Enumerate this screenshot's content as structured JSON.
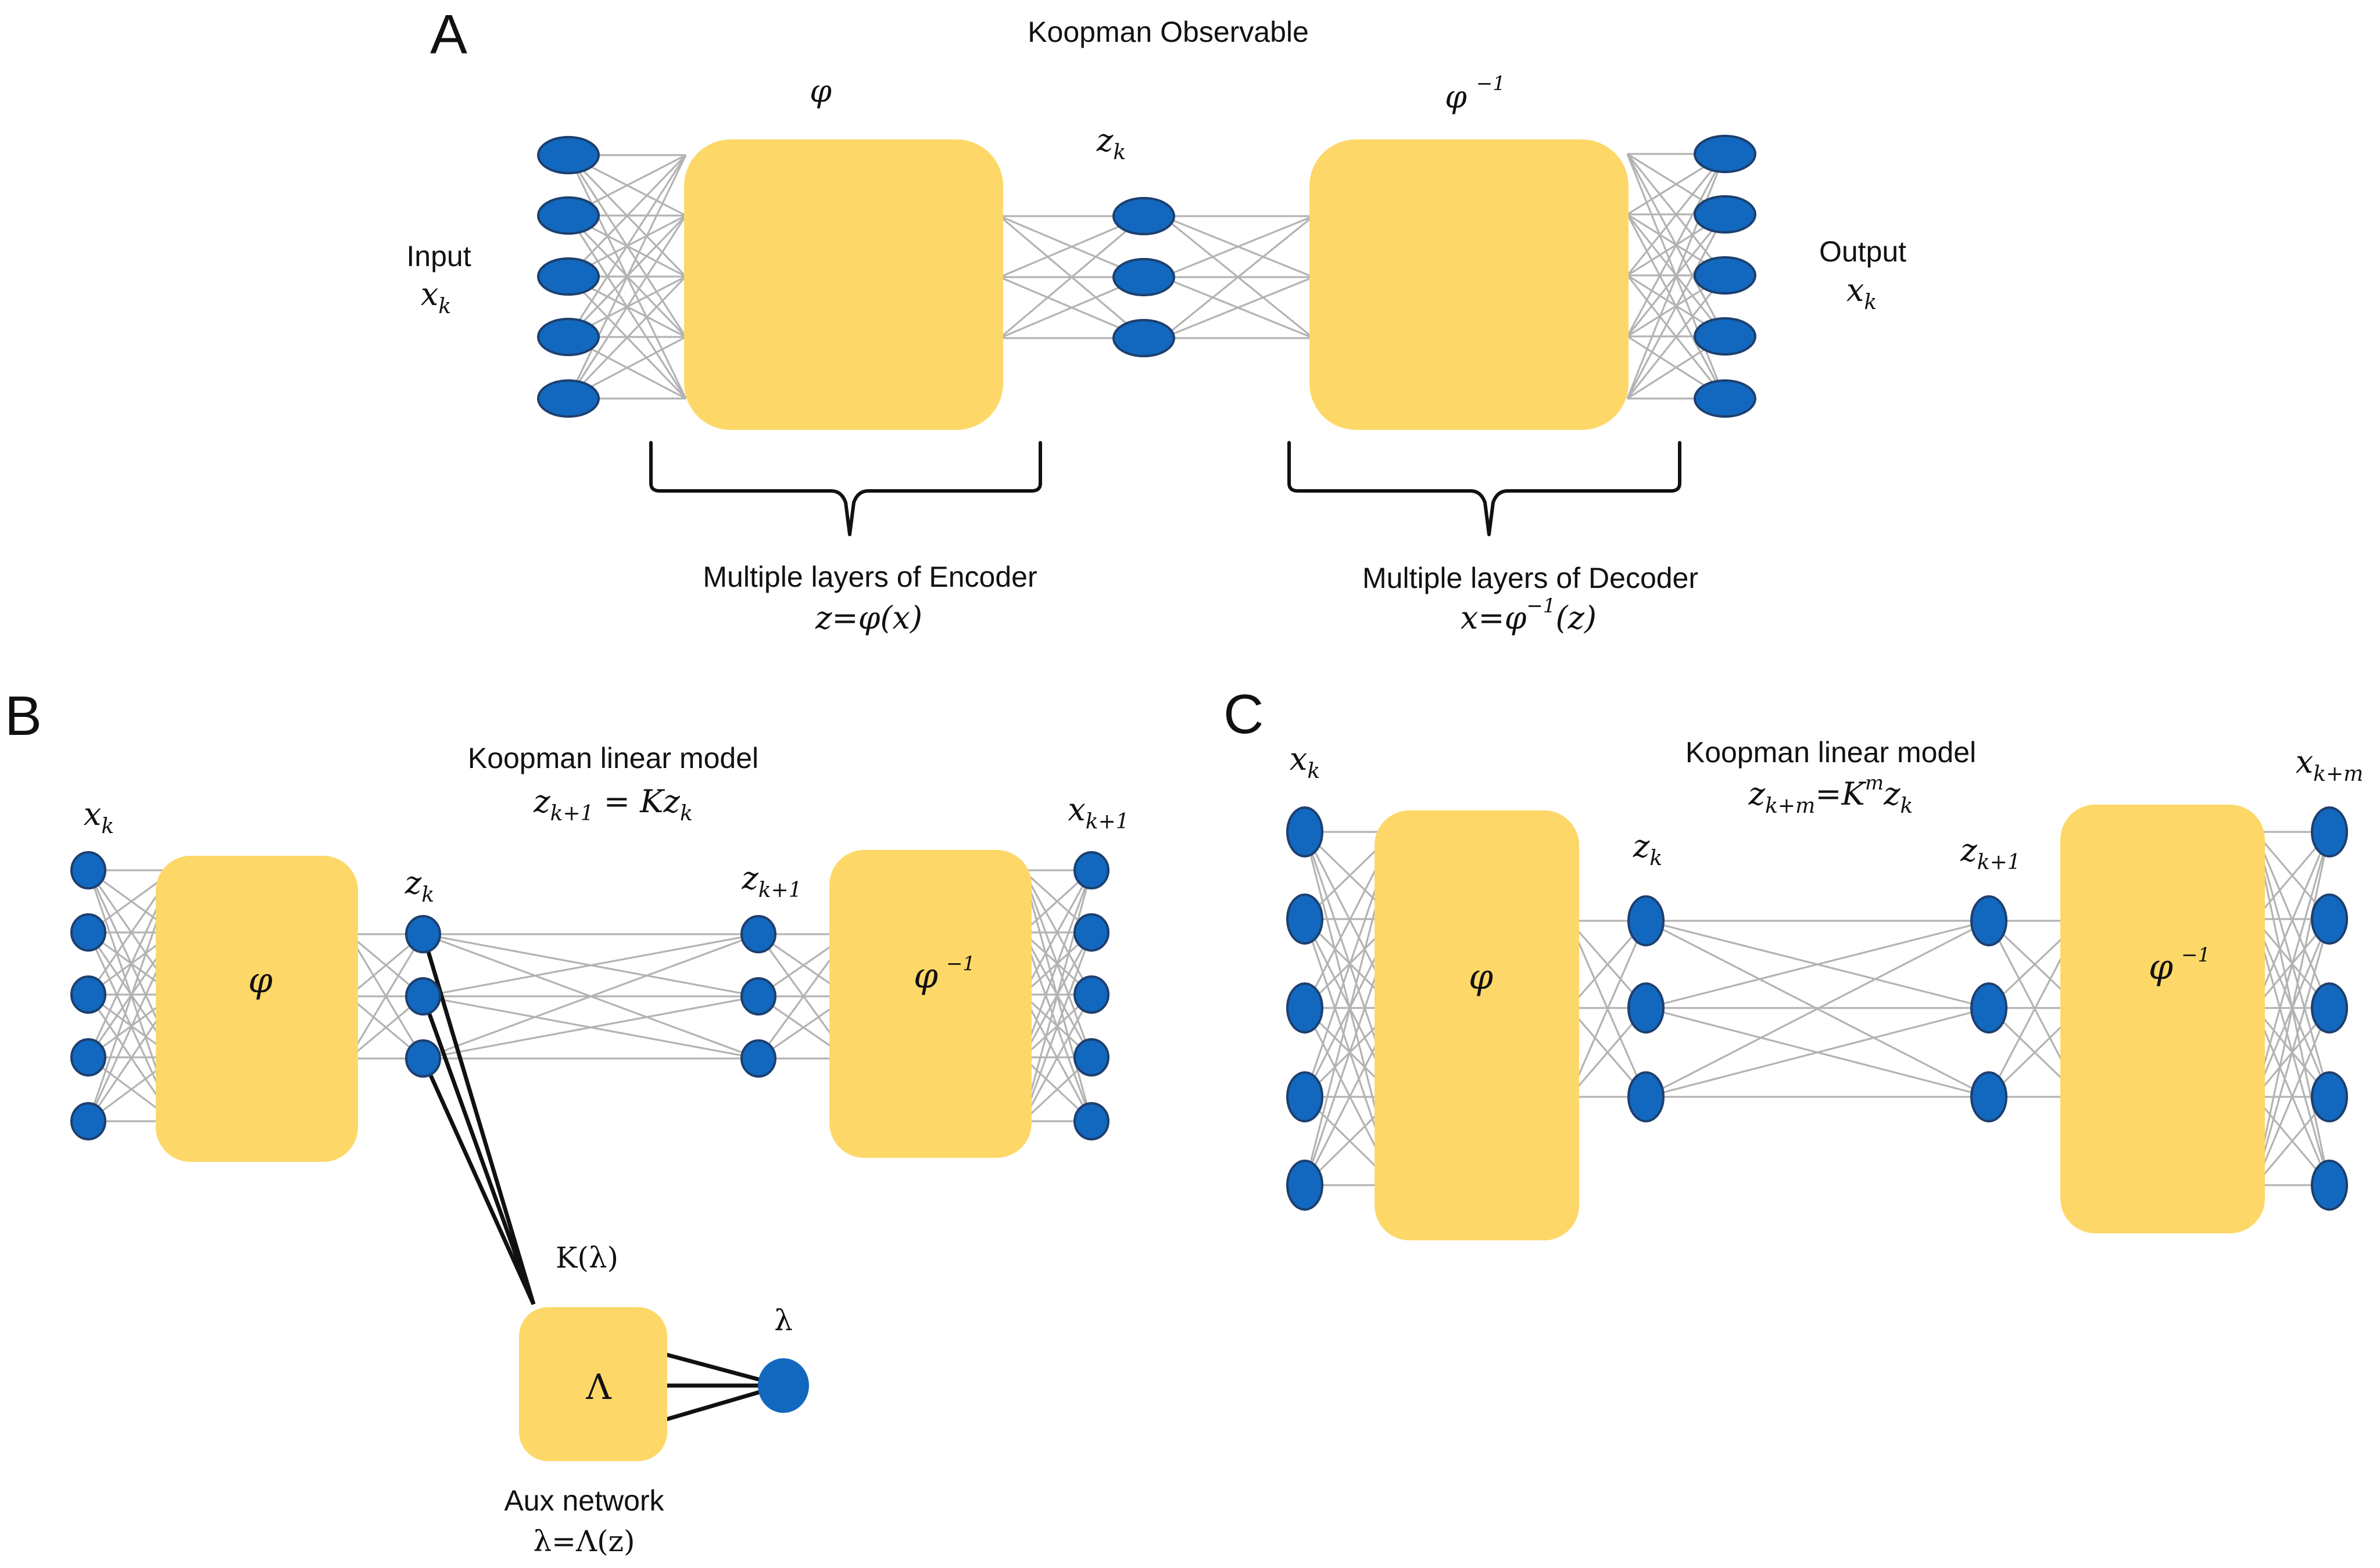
{
  "colors": {
    "node_fill": "#1168be",
    "node_stroke": "#1d3f6e",
    "box_fill": "#fdd868",
    "edge_thin": "#b3b3b3",
    "edge_thick": "#111111"
  },
  "panel_a": {
    "letter": "A",
    "title": "Koopman Observable",
    "encoder_symbol": "φ",
    "decoder_symbol_base": "φ",
    "decoder_symbol_sup": "−1",
    "latent_label_base": "z",
    "latent_label_sub": "k",
    "input_label": "Input",
    "input_var_base": "x",
    "input_var_sub": "k",
    "output_label": "Output",
    "output_var_base": "x",
    "output_var_sub": "k",
    "encoder_caption": "Multiple layers of Encoder",
    "encoder_eq": "z=φ(x)",
    "decoder_caption": "Multiple layers of Decoder",
    "decoder_eq_lhs": "x=φ",
    "decoder_eq_sup": "−1",
    "decoder_eq_rhs": "(z)"
  },
  "panel_b": {
    "letter": "B",
    "title": "Koopman linear model",
    "eq_lhs_base": "z",
    "eq_lhs_sub": "k+1",
    "eq_rhs": " = Kz",
    "eq_rhs_sub": "k",
    "input_var_base": "x",
    "input_var_sub": "k",
    "latent1_base": "z",
    "latent1_sub": "k",
    "latent2_base": "z",
    "latent2_sub": "k+1",
    "output_var_base": "x",
    "output_var_sub": "k+1",
    "encoder_symbol": "φ",
    "decoder_symbol_base": "φ",
    "decoder_symbol_sup": "−1",
    "k_lambda": "K(λ)",
    "aux_symbol": "Λ",
    "lambda_label": "λ",
    "aux_caption": "Aux network",
    "aux_eq": "λ=Λ(z)"
  },
  "panel_c": {
    "letter": "C",
    "title": "Koopman linear model",
    "eq_lhs_base": "z",
    "eq_lhs_sub": "k+m",
    "eq_mid": "=K",
    "eq_sup": "m",
    "eq_rhs_base": "z",
    "eq_rhs_sub": "k",
    "input_var_base": "x",
    "input_var_sub": "k",
    "latent1_base": "z",
    "latent1_sub": "k",
    "latent2_base": "z",
    "latent2_sub": "k+1",
    "output_var_base": "x",
    "output_var_sub": "k+m",
    "encoder_symbol": "φ",
    "decoder_symbol_base": "φ",
    "decoder_symbol_sup": "−1"
  }
}
